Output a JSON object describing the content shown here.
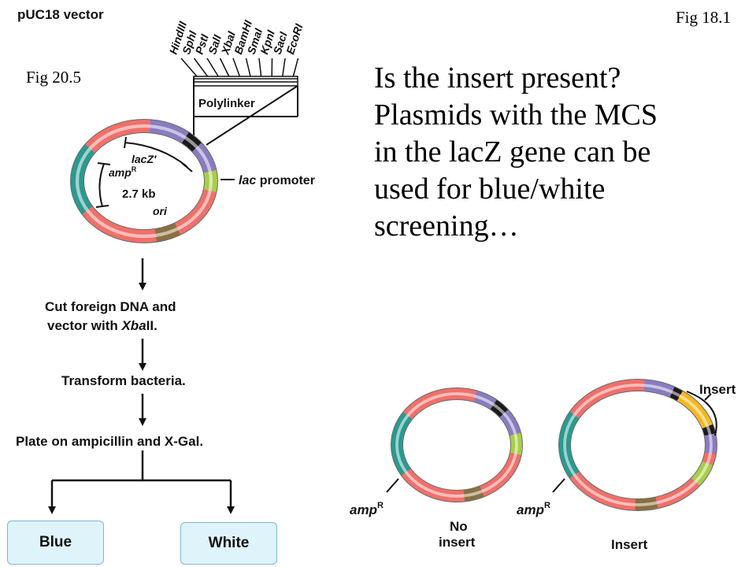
{
  "fig_labels": {
    "top_right": "Fig 18.1",
    "left": "Fig 20.5"
  },
  "question_lines": [
    "Is the insert present?",
    "Plasmids with the MCS",
    "in the lacZ gene can be",
    "used for blue/white",
    "screening…"
  ],
  "vector": {
    "title": "pUC18 vector",
    "enzymes": [
      "HindIII",
      "SphI",
      "PstI",
      "SalI",
      "XbaI",
      "BamHI",
      "SmaI",
      "KpnI",
      "SacI",
      "EcoRI"
    ],
    "polylinker": "Polylinker",
    "lacz": "lacZ",
    "lacz_prime": "′",
    "amp": "amp",
    "amp_sup": "R",
    "size": "2.7 kb",
    "ori": "ori",
    "promoter_italic": "lac",
    "promoter_rest": " promoter"
  },
  "steps": {
    "cut_line1": "Cut foreign DNA and",
    "cut_line2_pre": "vector with ",
    "cut_line2_enzyme": "Xba",
    "cut_line2_post": "II.",
    "transform": "Transform bacteria.",
    "plate": "Plate on ampicillin and X-Gal."
  },
  "outcomes": {
    "blue": "Blue",
    "white": "White"
  },
  "bottom_plasmids": {
    "amp": "amp",
    "amp_sup": "R",
    "no_insert_line1": "No",
    "no_insert_line2": "insert",
    "insert": "Insert",
    "insert_bracket": "Insert"
  },
  "colors": {
    "backbone": "#f0706a",
    "lacz": "#8a7cc0",
    "mcs": "#1a1a1a",
    "promoter": "#a8cf48",
    "amp": "#2a9a90",
    "ori": "#8a7040",
    "insert": "#f5b81f",
    "box_fill": "#dff3fb"
  }
}
